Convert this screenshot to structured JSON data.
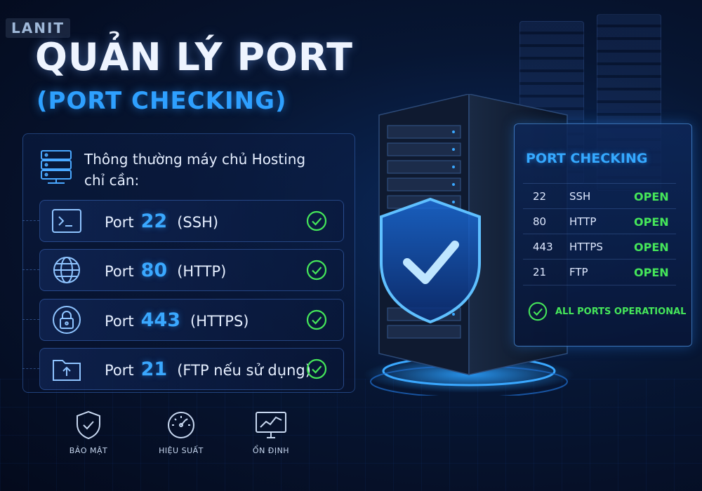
{
  "brand": {
    "logo_text": "LANIT"
  },
  "title": "QUẢN LÝ PORT",
  "subtitle": "(PORT CHECKING)",
  "intro": {
    "line1": "Thông thường máy chủ Hosting",
    "line2": "chỉ cần:",
    "icon": "server-icon"
  },
  "ports": [
    {
      "prefix": "Port",
      "number": "22",
      "label": "(SSH)",
      "icon": "terminal-icon",
      "status_icon": "check-circle-icon"
    },
    {
      "prefix": "Port",
      "number": "80",
      "label": "(HTTP)",
      "icon": "globe-icon",
      "status_icon": "check-circle-icon"
    },
    {
      "prefix": "Port",
      "number": "443",
      "label": "(HTTPS)",
      "icon": "lock-icon",
      "status_icon": "check-circle-icon"
    },
    {
      "prefix": "Port",
      "number": "21",
      "label": "(FTP nếu sử dụng)",
      "icon": "folder-upload-icon",
      "status_icon": "check-circle-icon"
    }
  ],
  "features": [
    {
      "label": "BẢO MẬT",
      "icon": "shield-check-icon"
    },
    {
      "label": "HIỆU SUẤT",
      "icon": "speedometer-icon"
    },
    {
      "label": "ỔN ĐỊNH",
      "icon": "chart-monitor-icon"
    }
  ],
  "check_panel": {
    "title": "PORT CHECKING",
    "rows": [
      {
        "port": "22",
        "protocol": "SSH",
        "status": "OPEN"
      },
      {
        "port": "80",
        "protocol": "HTTP",
        "status": "OPEN"
      },
      {
        "port": "443",
        "protocol": "HTTPS",
        "status": "OPEN"
      },
      {
        "port": "21",
        "protocol": "FTP",
        "status": "OPEN"
      }
    ],
    "footer": "ALL PORTS OPERATIONAL"
  },
  "colors": {
    "accent": "#2ea0ff",
    "success": "#45e65a",
    "background": "#071633"
  }
}
